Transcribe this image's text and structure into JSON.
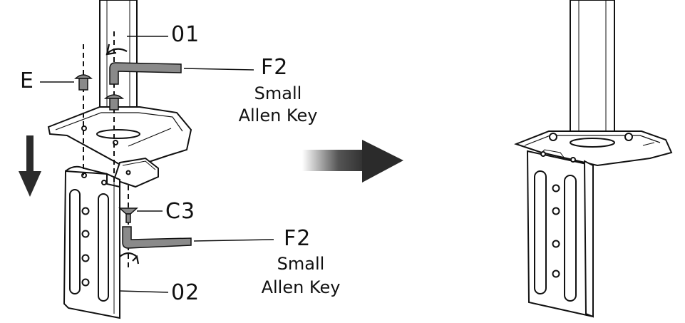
{
  "labels": {
    "pole_part": "01",
    "bracket_part": "02",
    "bolt_part": "E",
    "screw_part": "C3",
    "key_top": {
      "code": "F2",
      "line1": "Small",
      "line2": "Allen Key"
    },
    "key_bottom": {
      "code": "F2",
      "line1": "Small",
      "line2": "Allen Key"
    }
  },
  "icons": [
    "rotate-arrow-icon",
    "down-arrow-icon",
    "right-arrow-icon",
    "allen-key-icon",
    "bolt-icon",
    "screw-icon"
  ],
  "colors": {
    "line": "#111111",
    "fill_light": "#ffffff",
    "fill_grey": "#8a8a8a",
    "arrow_dark": "#2b2b2b"
  }
}
